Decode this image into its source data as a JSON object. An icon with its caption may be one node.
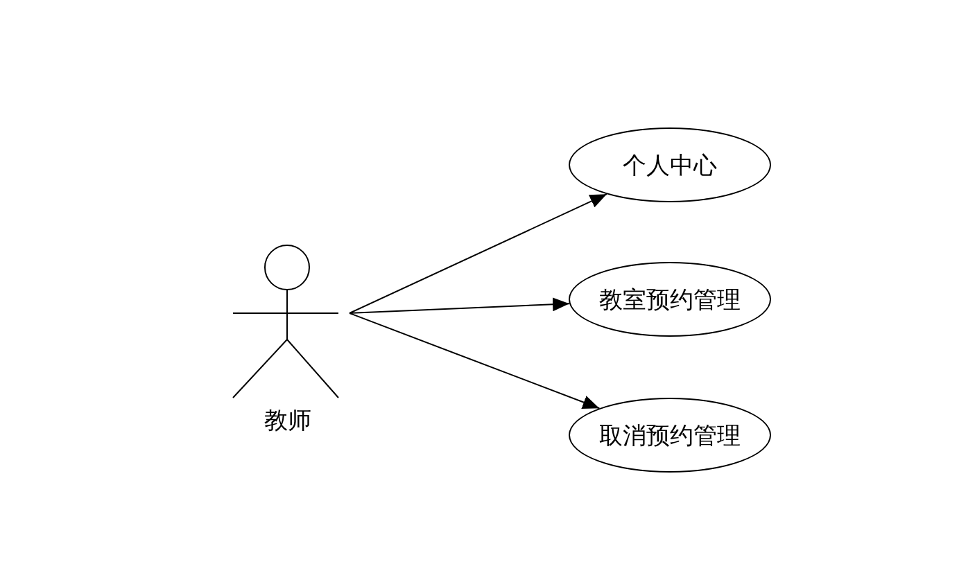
{
  "diagram": {
    "nodes": [
      {
        "text": [
          "教师"
        ]
      },
      {
        "text": [
          "个人中心"
        ]
      },
      {
        "text": [
          "教室预约管理"
        ]
      },
      {
        "text": [
          "取消预约管理"
        ]
      }
    ],
    "edges": [
      {
        "from": 0,
        "to": 1,
        "arrow": "to"
      },
      {
        "from": 0,
        "to": 2,
        "arrow": "to"
      },
      {
        "from": 0,
        "to": 3,
        "arrow": "to"
      }
    ]
  }
}
